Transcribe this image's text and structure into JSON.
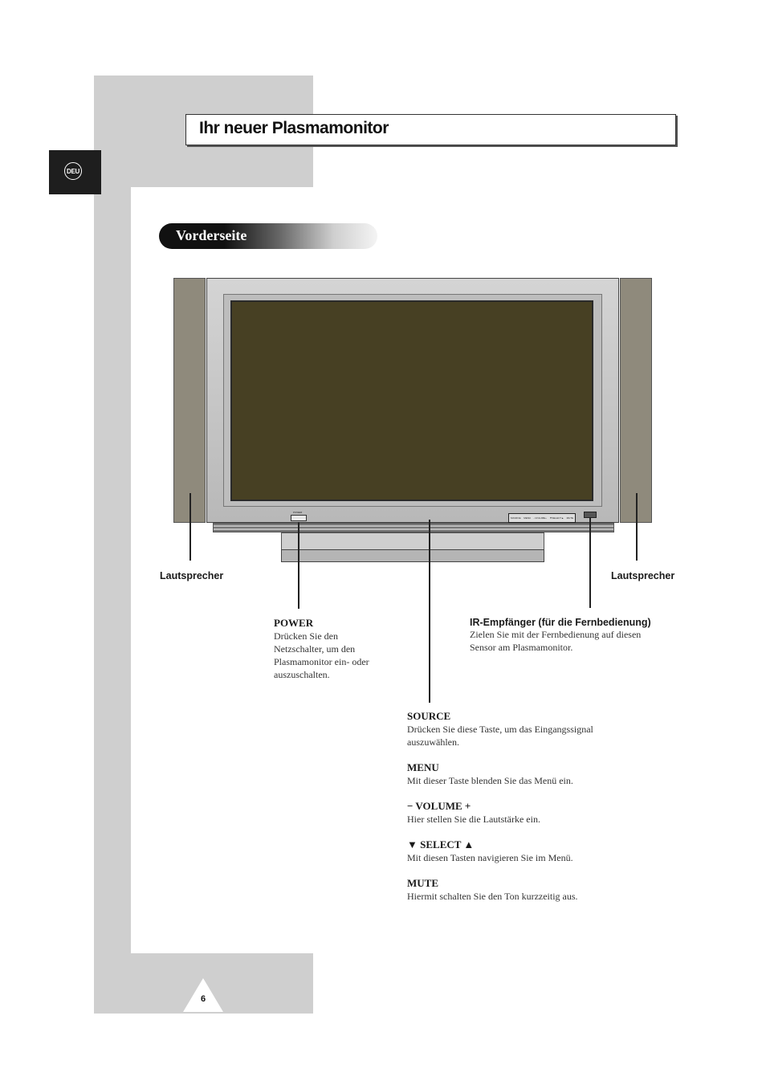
{
  "language_tab": "DEU",
  "page_title": "Ihr neuer Plasmamonitor",
  "section_title": "Vorderseite",
  "tv_labels": {
    "power_mini": "POWER",
    "panel_buttons": [
      "SOURCE",
      "MENU",
      "−VOLUME+",
      "▼SELECT▲",
      "MUTE"
    ]
  },
  "callouts": {
    "speaker_left": "Lautsprecher",
    "speaker_right": "Lautsprecher",
    "power": {
      "title": "POWER",
      "lines": [
        "Drücken Sie den",
        "Netzschalter, um den",
        "Plasmamonitor ein- oder",
        "auszuschalten."
      ]
    },
    "ir": {
      "title": "IR-Empfänger (für die Fernbedienung)",
      "lines": [
        "Zielen Sie mit der Fernbedienung auf diesen",
        "Sensor am Plasmamonitor."
      ]
    },
    "source": {
      "title": "SOURCE",
      "lines": [
        "Drücken Sie diese Taste, um das Eingangssignal",
        "auszuwählen."
      ]
    },
    "menu": {
      "title": "MENU",
      "lines": [
        "Mit dieser Taste blenden Sie das Menü ein."
      ]
    },
    "volume": {
      "title": "− VOLUME +",
      "lines": [
        "Hier stellen Sie die Lautstärke ein."
      ]
    },
    "select": {
      "title": "▼ SELECT ▲",
      "lines": [
        "Mit diesen Tasten navigieren Sie im Menü."
      ]
    },
    "mute": {
      "title": "MUTE",
      "lines": [
        "Hiermit schalten Sie den Ton kurzzeitig aus."
      ]
    }
  },
  "page_number": "6"
}
